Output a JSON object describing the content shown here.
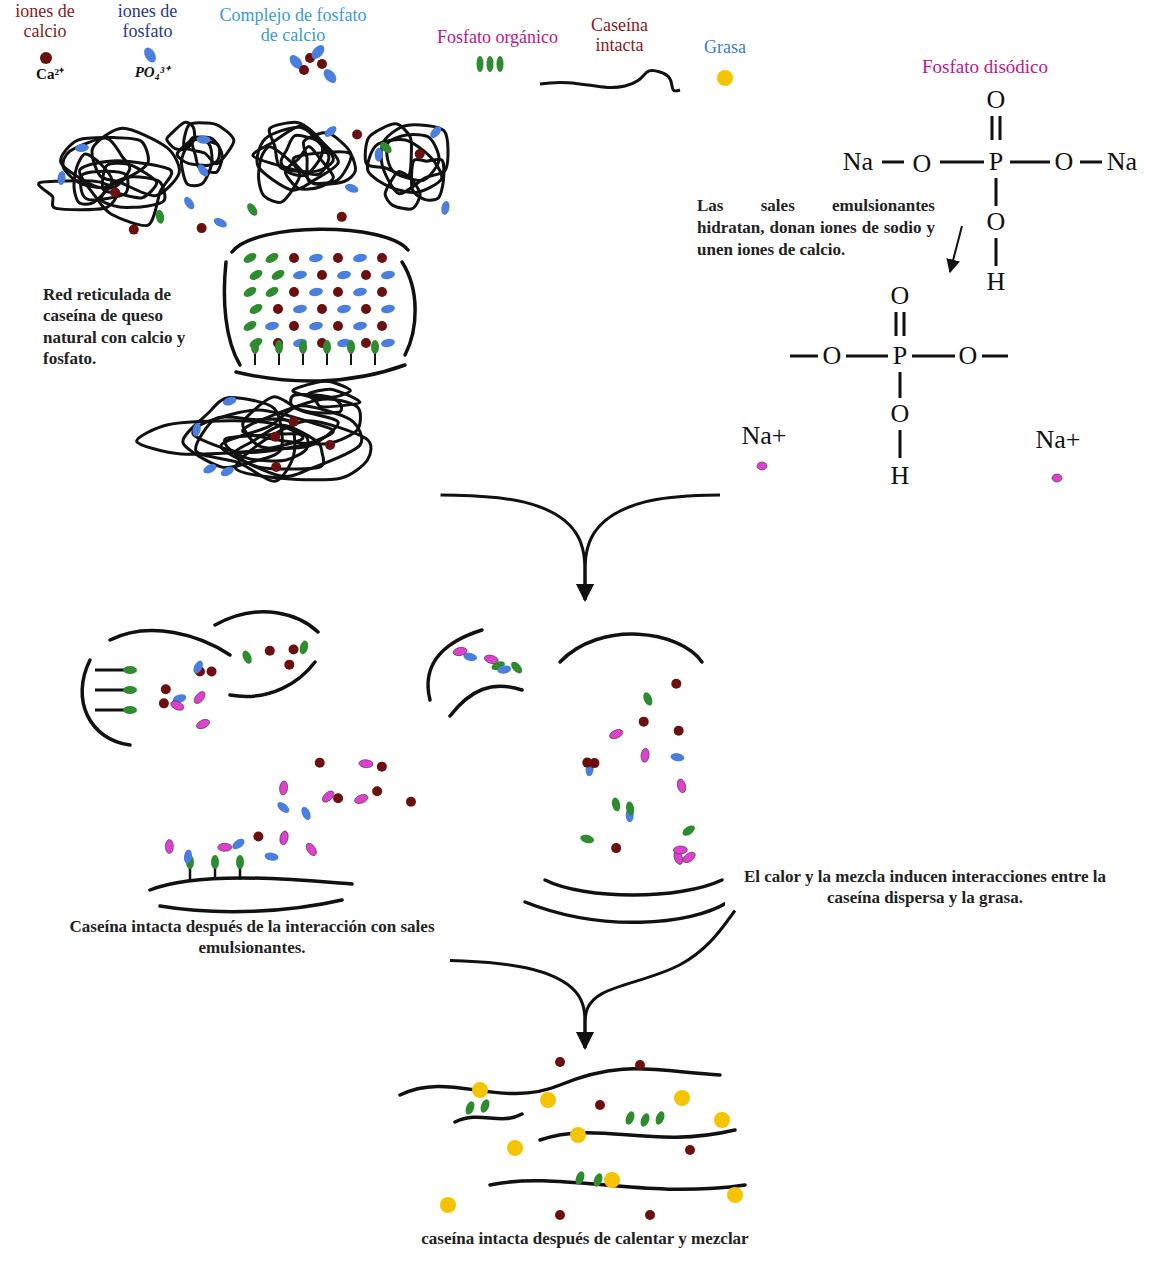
{
  "diagram": {
    "nodes": [
      {
        "text": [
          "Red reticulada de caseína de queso natural con calcio y fosfato."
        ]
      },
      {
        "text": [
          "Fosfato disódico",
          "Las sales emulsionantes hidratan, donan iones de sodio y unen iones de calcio."
        ]
      },
      {
        "text": [
          "Caseína intacta después de la interacción con sales emulsionantes."
        ]
      },
      {
        "text": [
          "El calor y la mezcla inducen interacciones entre la caseína dispersa y la grasa."
        ]
      },
      {
        "text": [
          "caseína intacta después de calentar y mezclar"
        ]
      }
    ],
    "edges": [
      {
        "from": 0,
        "to": 2,
        "arrow": "to"
      },
      {
        "from": 1,
        "to": 2,
        "arrow": "to"
      },
      {
        "from": 2,
        "to": 4,
        "arrow": "to"
      },
      {
        "from": 3,
        "to": 4,
        "arrow": "to"
      }
    ],
    "labels": [
      "Ca²⁺",
      "PO₄³⁺",
      "O",
      "Na",
      "O",
      "P",
      "O",
      "Na",
      "O",
      "H",
      "O",
      "O",
      "P",
      "O",
      "O",
      "H",
      "Na+",
      "Na+"
    ],
    "legend": [
      {
        "text": "iones de calcio",
        "color": "#6b0f0f"
      },
      {
        "text": "iones de fosfato",
        "color": "#4a7fe0"
      },
      {
        "text": "Complejo de fosfato de calcio"
      },
      {
        "text": "Fosfato orgánico"
      },
      {
        "text": "Caseína intacta"
      },
      {
        "text": "Grasa",
        "color": "#f5c400"
      }
    ]
  }
}
